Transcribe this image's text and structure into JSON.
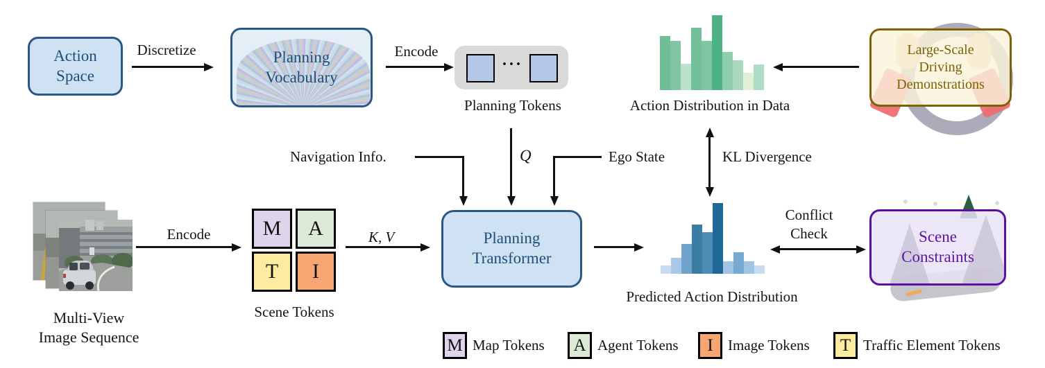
{
  "boxes": {
    "action_space": {
      "line1": "Action",
      "line2": "Space"
    },
    "planning_vocabulary": {
      "line1": "Planning",
      "line2": "Vocabulary"
    },
    "planning_transformer": {
      "line1": "Planning",
      "line2": "Transformer"
    },
    "large_scale": {
      "line1": "Large-Scale",
      "line2": "Driving",
      "line3": "Demonstrations"
    },
    "scene_constraints": {
      "line1": "Scene",
      "line2": "Constraints"
    }
  },
  "arrows": {
    "discretize": "Discretize",
    "encode_top": "Encode",
    "encode_bottom": "Encode",
    "kv": "K, V",
    "q": "Q",
    "navigation": "Navigation Info.",
    "ego_state": "Ego State",
    "kl_divergence": "KL Divergence",
    "conflict_line1": "Conflict",
    "conflict_line2": "Check"
  },
  "labels": {
    "planning_tokens": "Planning Tokens",
    "tokens_dots": "···",
    "scene_tokens": "Scene Tokens",
    "action_distribution": "Action Distribution in Data",
    "predicted_distribution": "Predicted Action Distribution",
    "multiview_line1": "Multi-View",
    "multiview_line2": "Image Sequence"
  },
  "scene_tokens": {
    "m": "M",
    "a": "A",
    "t": "T",
    "i": "I"
  },
  "legend": [
    {
      "token": "M",
      "label": "Map Tokens"
    },
    {
      "token": "A",
      "label": "Agent Tokens"
    },
    {
      "token": "I",
      "label": "Image Tokens"
    },
    {
      "token": "T",
      "label": "Traffic Element Tokens"
    }
  ],
  "colors": {
    "blue_box_fill": "#cfe2f3",
    "blue_box_border": "#2a5783",
    "blue_text": "#1f4e79",
    "gold_box_fill": "#faf3da",
    "gold_box_border": "#7a6205",
    "gold_text": "#7a6205",
    "purple_box_fill": "#e8e3f6",
    "purple_box_border": "#5a10a0",
    "purple_text": "#5d13a5",
    "tokens_tray": "#d9d9d9",
    "planning_token_square": "#b4c7e7",
    "map_token": "#ded5ec",
    "agent_token": "#dcead5",
    "traffic_token": "#fdeb9f",
    "image_token": "#f7a573"
  },
  "chart_data": [
    {
      "type": "bar",
      "title": "Action Distribution in Data",
      "values": [
        0.72,
        0.66,
        0.35,
        0.83,
        0.66,
        1.0,
        0.51,
        0.4,
        0.23,
        0.34
      ],
      "colors": [
        "#6fbe96",
        "#7fc5a3",
        "#bce1cd",
        "#72c09a",
        "#7fc5a3",
        "#4fb286",
        "#8fcdaf",
        "#a8d8bd",
        "#e3f0d8",
        "#b0dcc5"
      ],
      "xlabel": "",
      "ylabel": "",
      "ylim": [
        0,
        1
      ],
      "note": "relative action frequencies; no axes or tick labels shown"
    },
    {
      "type": "bar",
      "title": "Predicted Action Distribution",
      "values": [
        0.12,
        0.23,
        0.42,
        0.7,
        0.59,
        1.0,
        0.18,
        0.3,
        0.18,
        0.12
      ],
      "colors": [
        "#c7dcee",
        "#a7c9e5",
        "#6fa3cc",
        "#3c7da6",
        "#4c8bb3",
        "#1f6898",
        "#a0c4e4",
        "#74a9d4",
        "#a0c4e4",
        "#c7dcee"
      ],
      "xlabel": "",
      "ylabel": "",
      "ylim": [
        0,
        1
      ],
      "note": "relative predicted probabilities; no axes or tick labels shown"
    }
  ]
}
